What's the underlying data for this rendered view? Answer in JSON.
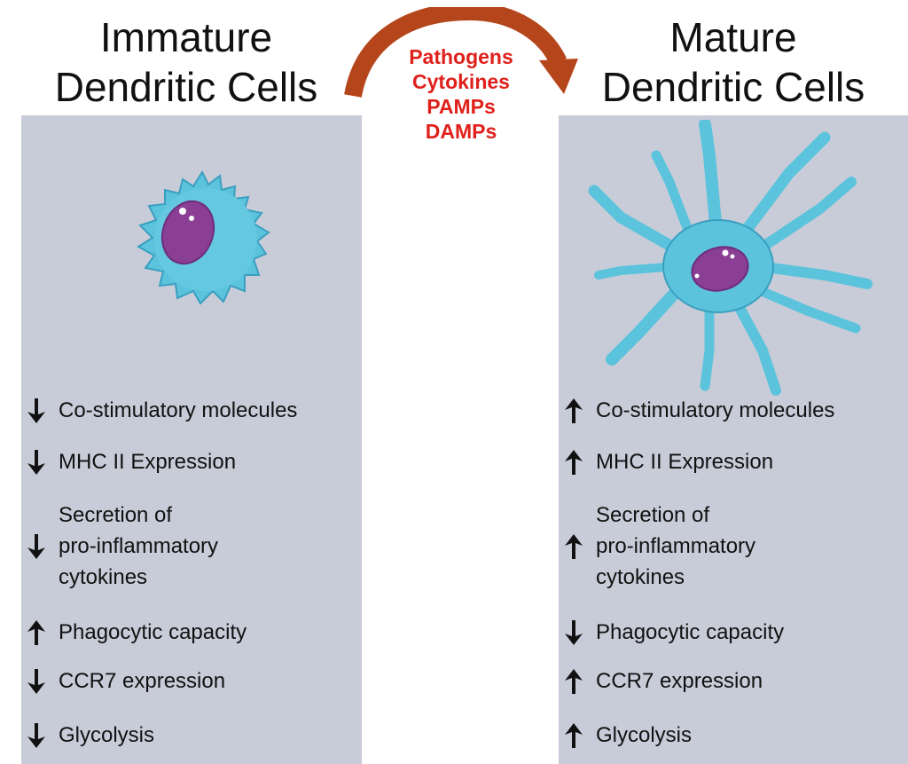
{
  "left": {
    "title_line1": "Immature",
    "title_line2": "Dendritic Cells",
    "items": [
      {
        "text": "Co-stimulatory molecules",
        "direction": "down"
      },
      {
        "text": "MHC II Expression",
        "direction": "down"
      },
      {
        "text": "Secretion of\npro-inflammatory\ncytokines",
        "direction": "down"
      },
      {
        "text": "Phagocytic capacity",
        "direction": "up"
      },
      {
        "text": "CCR7 expression",
        "direction": "down"
      },
      {
        "text": "Glycolysis",
        "direction": "down"
      }
    ]
  },
  "right": {
    "title_line1": "Mature",
    "title_line2": "Dendritic Cells",
    "items": [
      {
        "text": "Co-stimulatory molecules",
        "direction": "up"
      },
      {
        "text": "MHC II Expression",
        "direction": "up"
      },
      {
        "text": "Secretion of\npro-inflammatory\ncytokines",
        "direction": "up"
      },
      {
        "text": "Phagocytic capacity",
        "direction": "down"
      },
      {
        "text": "CCR7 expression",
        "direction": "up"
      },
      {
        "text": "Glycolysis",
        "direction": "up"
      }
    ]
  },
  "stimuli": [
    "Pathogens",
    "Cytokines",
    "PAMPs",
    "DAMPs"
  ],
  "colors": {
    "panel": "#c8ccd8",
    "stimuli_text": "#e0201b",
    "transition_arrow": "#b5461c",
    "cell_body": "#5cc3dc",
    "nucleus": "#8a3e94"
  },
  "icons": {
    "up": "arrow-up-icon",
    "down": "arrow-down-icon",
    "transition": "curved-arrow-icon"
  }
}
